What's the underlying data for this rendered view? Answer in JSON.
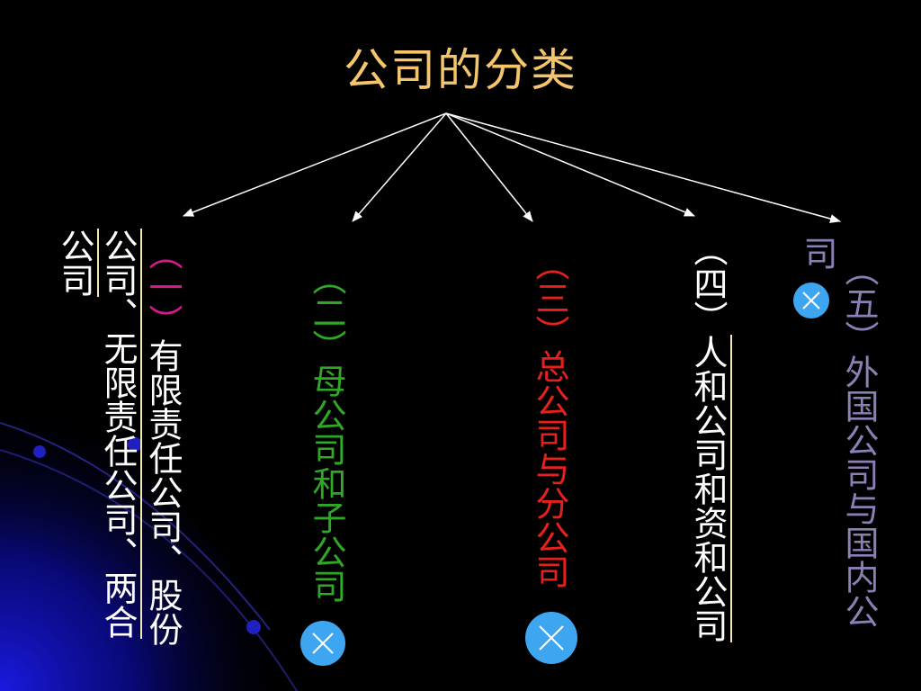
{
  "slide": {
    "title": "公司的分类",
    "colors": {
      "background": "#000000",
      "title": "#f4c56a",
      "arrow": "#ffffff",
      "item1_number": "#d21a8c",
      "item1_text": "#ffffff",
      "item2": "#2fa826",
      "item3": "#e8201c",
      "item4": "#ffffff",
      "item5": "#8c7fb4",
      "marker": "#3ea6f0",
      "rule": "#f3e7b4"
    }
  },
  "categories": [
    {
      "number": "（一）",
      "lines": [
        "有限责任公司、股份",
        "公司、无限责任公司、两合",
        "公司"
      ]
    },
    {
      "number": "（二）",
      "text": "母公司和子公司"
    },
    {
      "number": "（三）",
      "text": "总公司与分公司"
    },
    {
      "number": "（四）",
      "text": "人和公司和资和公司"
    },
    {
      "number": "（五）",
      "text": "外国公司与国内公",
      "overflow": "司"
    }
  ],
  "icons": {
    "marker": "circle-x-icon"
  }
}
